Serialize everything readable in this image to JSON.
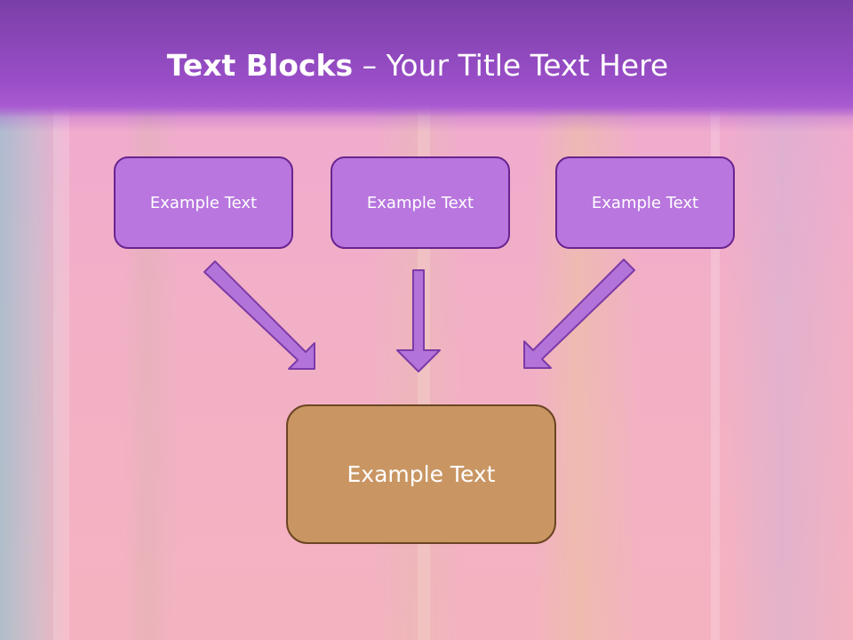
{
  "slide": {
    "title_bold": "Text Blocks",
    "title_dash": " – ",
    "title_rest": "Your Title Text Here",
    "top_boxes": [
      {
        "label": "Example Text"
      },
      {
        "label": "Example Text"
      },
      {
        "label": "Example Text"
      }
    ],
    "bottom_box": {
      "label": "Example Text"
    }
  },
  "colors": {
    "header": "#9a4ec8",
    "top_box_fill": "#b876de",
    "top_box_border": "#6a2490",
    "arrow_fill": "#b274d8",
    "arrow_border": "#7d3aa8",
    "bottom_box_fill": "#c99663",
    "bottom_box_border": "#6b4522"
  }
}
